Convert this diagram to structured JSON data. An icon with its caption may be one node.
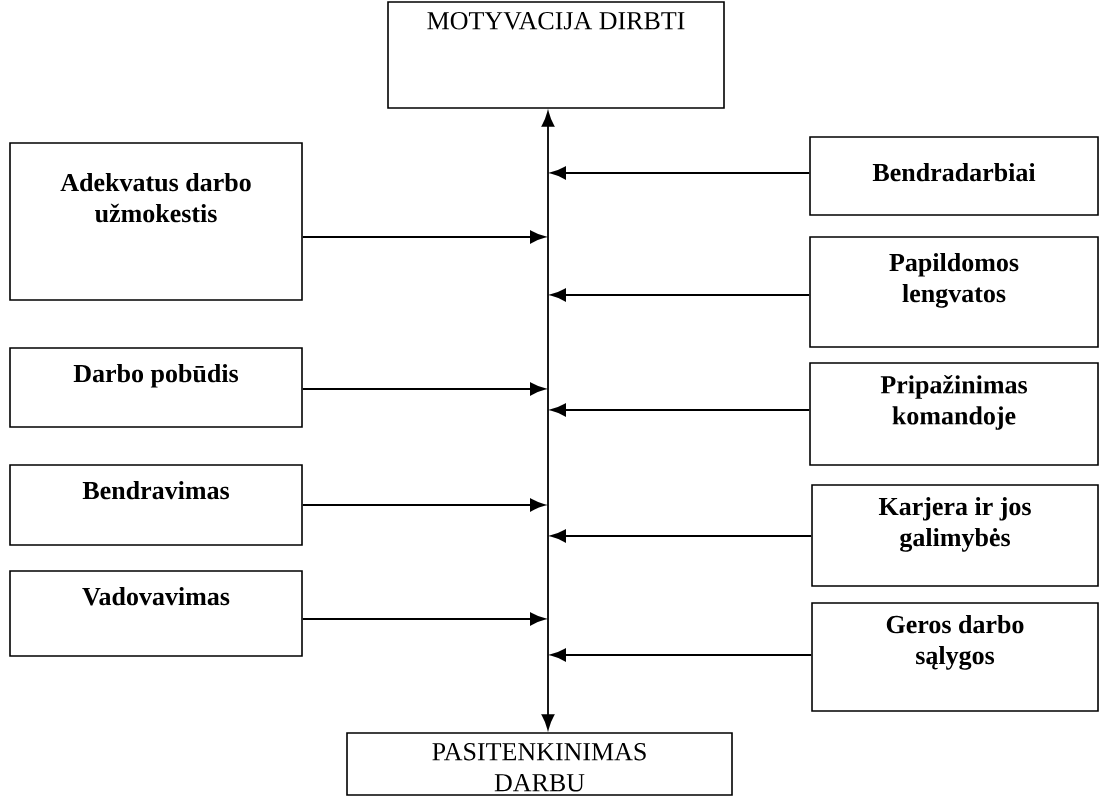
{
  "diagram": {
    "nodes": [
      {
        "text": [
          "MOTYVACIJA DIRBTI"
        ]
      },
      {
        "text": [
          "Adekvatus darbo užmokestis"
        ]
      },
      {
        "text": [
          "Darbo pobūdis"
        ]
      },
      {
        "text": [
          "Bendravimas"
        ]
      },
      {
        "text": [
          "Vadovavimas"
        ]
      },
      {
        "text": [
          "Bendradarbiai"
        ]
      },
      {
        "text": [
          "Papildomos lengvatos"
        ]
      },
      {
        "text": [
          "Pripažinimas komandoje"
        ]
      },
      {
        "text": [
          "Karjera ir jos galimybės"
        ]
      },
      {
        "text": [
          "Geros darbo sąlygos"
        ]
      },
      {
        "text": [
          "PASITENKINIMAS DARBU"
        ]
      }
    ],
    "edges": [
      {
        "from": 10,
        "to": 0,
        "arrow": "both"
      },
      {
        "from": 1,
        "to": null,
        "arrow": "to"
      },
      {
        "from": 2,
        "to": null,
        "arrow": "to"
      },
      {
        "from": 3,
        "to": null,
        "arrow": "to"
      },
      {
        "from": 4,
        "to": null,
        "arrow": "to"
      },
      {
        "from": 5,
        "to": null,
        "arrow": "to"
      },
      {
        "from": 6,
        "to": null,
        "arrow": "to"
      },
      {
        "from": 7,
        "to": null,
        "arrow": "to"
      },
      {
        "from": 8,
        "to": null,
        "arrow": "to"
      },
      {
        "from": 9,
        "to": null,
        "arrow": "to"
      }
    ]
  }
}
